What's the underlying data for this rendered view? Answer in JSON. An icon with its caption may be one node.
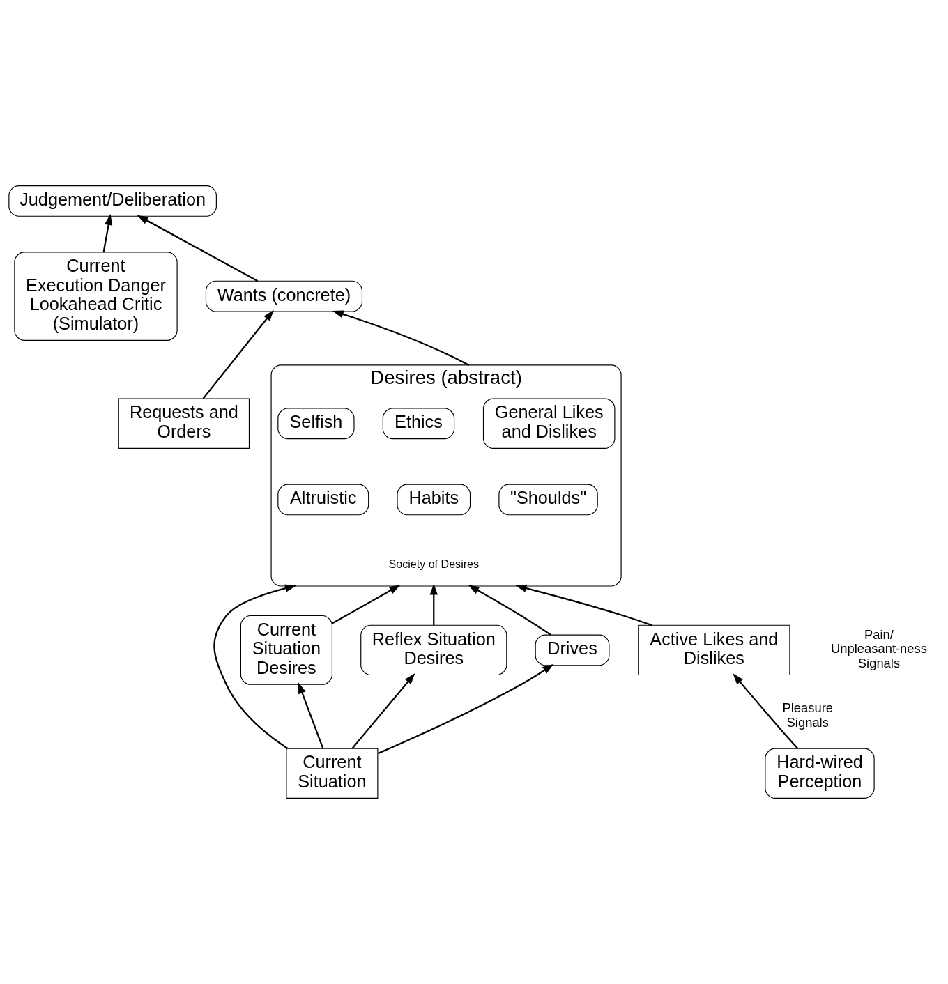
{
  "diagram": {
    "nodes": [
      {
        "text": [
          "Judgement/Deliberation"
        ]
      },
      {
        "text": [
          "Current Execution Danger Lookahead Critic  (Simulator)"
        ]
      },
      {
        "text": [
          "Wants (concrete)"
        ]
      },
      {
        "text": [
          "Requests and Orders"
        ]
      },
      {
        "text": [
          "Desires (abstract)",
          "Society of Desires"
        ]
      },
      {
        "text": [
          "Selfish"
        ],
        "in": 4
      },
      {
        "text": [
          "Ethics"
        ],
        "in": 4
      },
      {
        "text": [
          "General Likes and Dislikes"
        ],
        "in": 4
      },
      {
        "text": [
          "Altruistic"
        ],
        "in": 4
      },
      {
        "text": [
          "Habits"
        ],
        "in": 4
      },
      {
        "text": [
          "\"Shoulds\""
        ],
        "in": 4
      },
      {
        "text": [
          "Current Situation Desires"
        ]
      },
      {
        "text": [
          "Reflex Situation Desires"
        ]
      },
      {
        "text": [
          "Active Likes and Dislikes"
        ]
      },
      {
        "text": [
          "Drives"
        ]
      },
      {
        "text": [
          "Current Situation"
        ]
      },
      {
        "text": [
          "Hard-wired Perception"
        ]
      }
    ],
    "edges": [
      {
        "from": 2,
        "to": 0,
        "arrow": "to"
      },
      {
        "from": 1,
        "to": 0,
        "arrow": "to"
      },
      {
        "from": 4,
        "to": 2,
        "arrow": "to"
      },
      {
        "from": 3,
        "to": 2,
        "arrow": "to"
      },
      {
        "from": 11,
        "to": 4,
        "arrow": "to"
      },
      {
        "from": 15,
        "to": 4,
        "arrow": "to"
      },
      {
        "from": 12,
        "to": 4,
        "arrow": "to"
      },
      {
        "from": 14,
        "to": 4,
        "arrow": "to"
      },
      {
        "from": 13,
        "to": 4,
        "arrow": "to"
      },
      {
        "from": 15,
        "to": 11,
        "arrow": "to"
      },
      {
        "from": 15,
        "to": 12,
        "arrow": "to"
      },
      {
        "from": 15,
        "to": 14,
        "arrow": "to"
      },
      {
        "from": 16,
        "to": 13,
        "label": "Pleasure Signals",
        "arrow": "to"
      }
    ],
    "labels": [
      "Pain/ Unpleasant-ness Signals"
    ]
  }
}
